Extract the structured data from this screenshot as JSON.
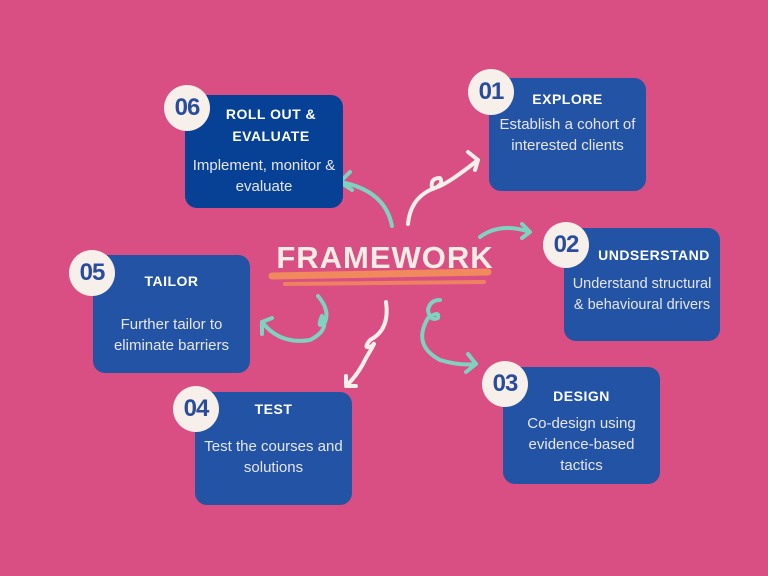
{
  "title": "FRAMEWORK",
  "colors": {
    "background": "#d94f83",
    "box": "#2253a4",
    "box_dark": "#064196",
    "accent_teal": "#7fd1c0",
    "accent_orange": "#f08a5d"
  },
  "steps": [
    {
      "number": "01",
      "heading": "EXPLORE",
      "description": "Establish a cohort of interested clients"
    },
    {
      "number": "02",
      "heading": "UNDSERSTAND",
      "description": "Understand structural & behavioural drivers"
    },
    {
      "number": "03",
      "heading": "DESIGN",
      "description": "Co-design  using evidence-based tactics"
    },
    {
      "number": "04",
      "heading": "TEST",
      "description": "Test the courses and solutions"
    },
    {
      "number": "05",
      "heading": "TAILOR",
      "description": "Further tailor  to eliminate barriers"
    },
    {
      "number": "06",
      "heading": "ROLL OUT & EVALUATE",
      "description": "Implement, monitor & evaluate"
    }
  ]
}
